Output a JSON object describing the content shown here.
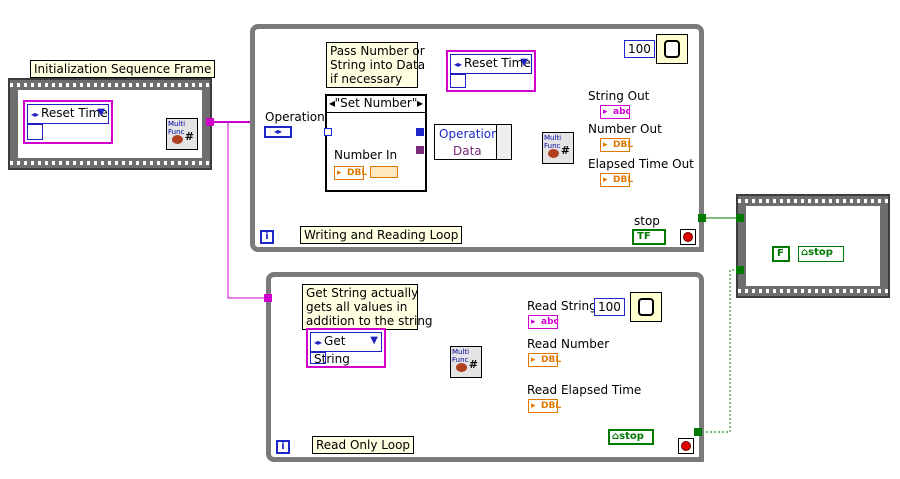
{
  "init_frame": {
    "title": "Initialization Sequence Frame",
    "enum_value": "Reset Time",
    "vi_label": "Multi Func"
  },
  "write_loop": {
    "title": "Writing and Reading Loop",
    "iteration_symbol": "i",
    "note_lines": [
      "Pass Number or",
      "String into Data",
      "if necessary"
    ],
    "operation_label": "Operation",
    "case_selector": "\"Set Number\"",
    "number_in_label": "Number In",
    "reset_enum_value": "Reset Time",
    "bundle_operation": "Operation",
    "bundle_data": "Data",
    "wait_ms": "100",
    "vi_label": "Multi Func",
    "outputs": [
      {
        "label": "String Out",
        "type": "abc"
      },
      {
        "label": "Number Out",
        "type": "DBL"
      },
      {
        "label": "Elapsed Time Out",
        "type": "DBL"
      }
    ],
    "stop_label": "stop",
    "stop_tf": "TF"
  },
  "read_loop": {
    "title": "Read Only Loop",
    "iteration_symbol": "i",
    "note_lines": [
      "Get String actually",
      "gets all values in",
      "addition to the string"
    ],
    "enum_value": "Get String",
    "wait_ms": "100",
    "vi_label": "Multi Func",
    "outputs": [
      {
        "label": "Read String",
        "type": "abc"
      },
      {
        "label": "Read Number",
        "type": "DBL"
      },
      {
        "label": "Read Elapsed Time",
        "type": "DBL"
      }
    ],
    "stop_local": "stop"
  },
  "final_frame": {
    "false_const": "F",
    "stop_local": "stop"
  },
  "dbl_type": "DBL",
  "colors": {
    "enum_wire": "#d000d0",
    "dbl_wire": "#e07800",
    "bool_wire": "#007a00",
    "int_wire": "#1e28c8",
    "loop_border": "#7a7a7a"
  }
}
